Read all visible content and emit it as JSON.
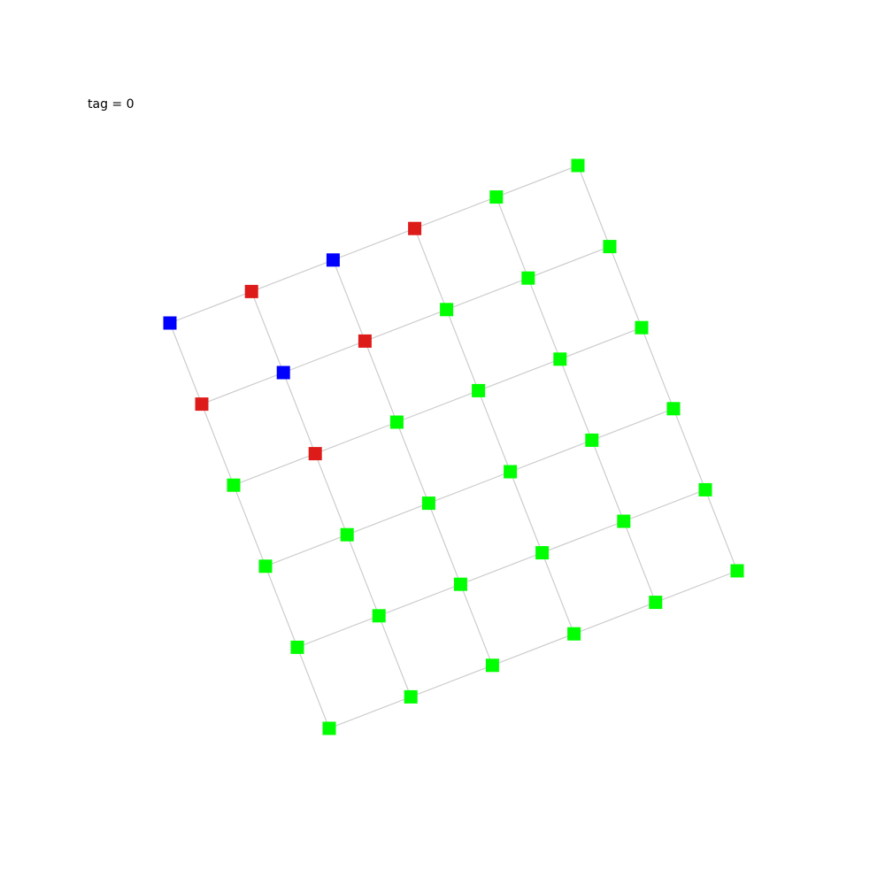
{
  "header": {
    "tag_text": "tag = 0"
  },
  "colors": {
    "edge": "#cccccc",
    "green": "#00ff00",
    "red": "#dd1c1a",
    "blue": "#0000ff"
  },
  "grid": {
    "rows": 6,
    "cols": 6,
    "node_colors": [
      [
        "blue",
        "red",
        "blue",
        "red",
        "green",
        "green"
      ],
      [
        "red",
        "blue",
        "red",
        "green",
        "green",
        "green"
      ],
      [
        "green",
        "red",
        "green",
        "green",
        "green",
        "green"
      ],
      [
        "green",
        "green",
        "green",
        "green",
        "green",
        "green"
      ],
      [
        "green",
        "green",
        "green",
        "green",
        "green",
        "green"
      ],
      [
        "green",
        "green",
        "green",
        "green",
        "green",
        "green"
      ]
    ]
  }
}
